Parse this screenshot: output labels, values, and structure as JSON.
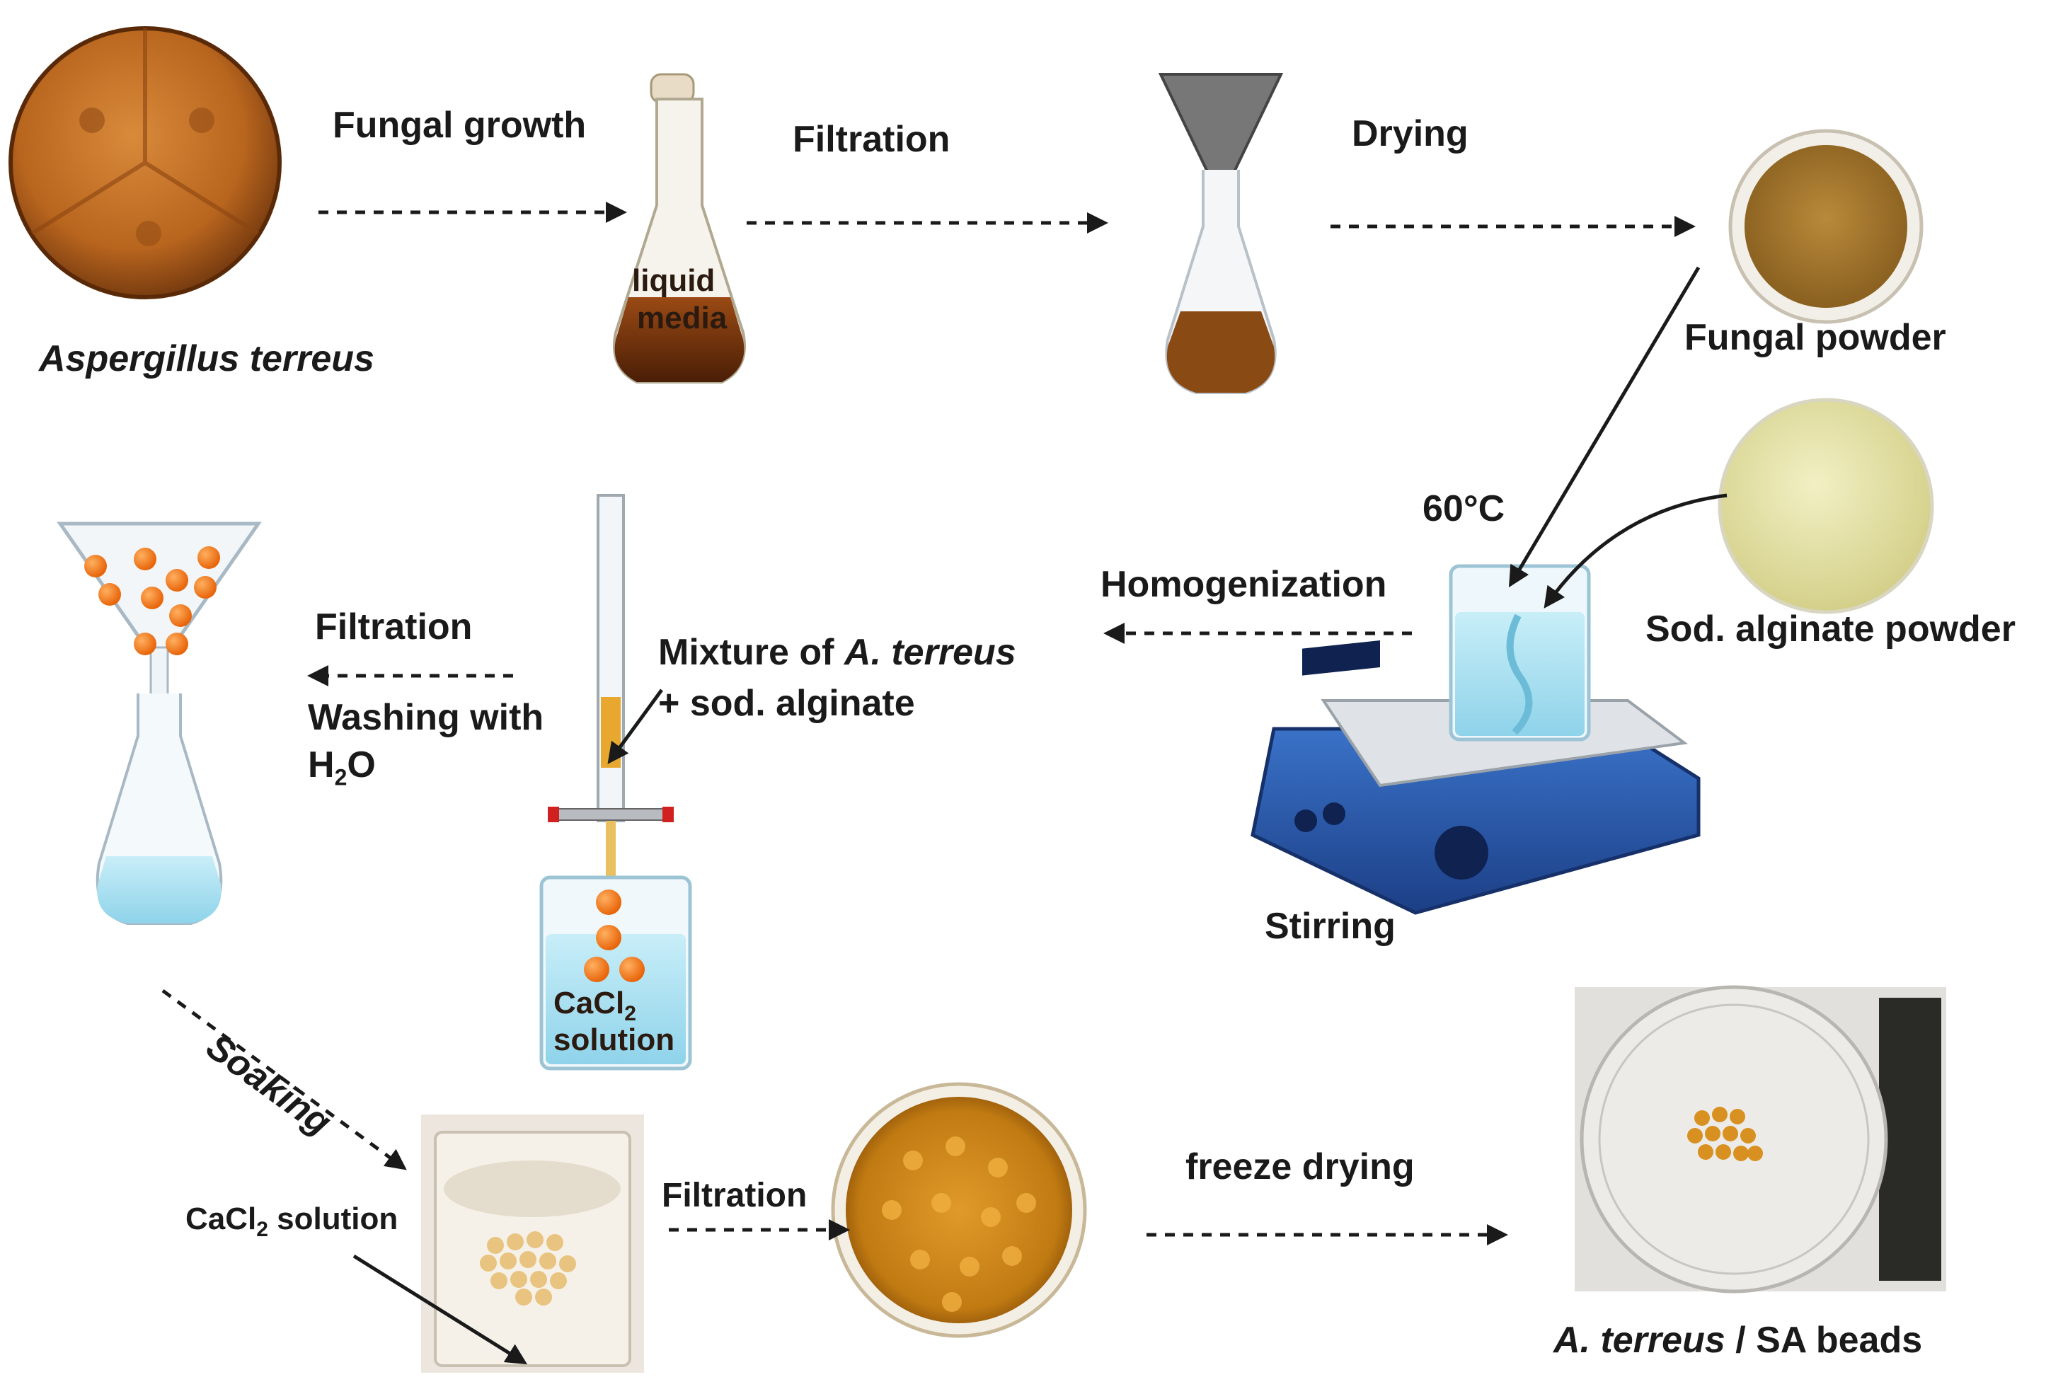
{
  "labels": {
    "aspergillus": "Aspergillus terreus",
    "fungal_growth": "Fungal growth",
    "liquid": "liquid",
    "media": "media",
    "filtration1": "Filtration",
    "drying": "Drying",
    "fungal_powder": "Fungal powder",
    "sixty_c": "60°C",
    "sod_alginate_powder": "Sod. alginate powder",
    "homogenization": "Homogenization",
    "stirring": "Stirring",
    "mixture_a": "Mixture of ",
    "mixture_b": "A. terreus",
    "mixture_c": "+ sod. alginate",
    "filtration2": "Filtration",
    "washing_a": "Washing with",
    "washing_h": "H",
    "washing_2": "2",
    "washing_o": "O",
    "cacl2_a": "CaCl",
    "cacl2_2": "2",
    "solution": "solution",
    "soaking": "Soaking",
    "cacl2_solution_a": "CaCl",
    "cacl2_solution_2": "2",
    "cacl2_solution_b": " solution",
    "filtration3": "Filtration",
    "freeze_drying": "freeze drying",
    "beads_a": "A. terreus",
    "beads_b": " / SA beads"
  },
  "icons": [
    "petri-dish-fungus-icon",
    "flask-liquid-media-icon",
    "funnel-flask-icon",
    "fungal-powder-dish-icon",
    "alginate-powder-dish-icon",
    "hotplate-stirrer-icon",
    "burette-icon",
    "beaker-cacl2-icon",
    "funnel-beads-flask-icon",
    "soaking-beaker-photo-icon",
    "beads-petri-dish-icon",
    "sa-beads-dish-photo-icon"
  ],
  "colors": {
    "fungus_orange": "#c8752a",
    "bead_orange": "#f07a1a",
    "water_blue": "#9fdcf0",
    "hotplate_blue": "#2a5aa8",
    "brown_liquid": "#6a2c0c"
  }
}
